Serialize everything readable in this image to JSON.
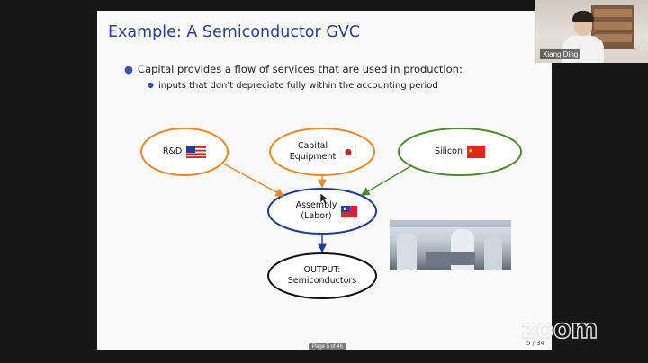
{
  "slide": {
    "title": "Example: A Semiconductor GVC",
    "bullet": "Capital provides a flow of services that are used in production:",
    "subbullet": "inputs that don't depreciate fully within the accounting period",
    "counter": "5 / 34",
    "page_indicator": "Page 5 of 46"
  },
  "diagram": {
    "nodes": {
      "rnd": {
        "label": "R&D",
        "flag": "us-flag-icon"
      },
      "capital": {
        "label_line1": "Capital",
        "label_line2": "Equipment",
        "flag": "japan-flag-icon"
      },
      "silicon": {
        "label": "Silicon",
        "flag": "china-flag-icon"
      },
      "assembly": {
        "label_line1": "Assembly",
        "label_line2": "(Labor)",
        "flag": "taiwan-flag-icon"
      },
      "output": {
        "label_line1": "OUTPUT:",
        "label_line2": "Semiconductors"
      }
    },
    "colors": {
      "rnd_edge": "#e8892a",
      "capital_edge": "#e8892a",
      "silicon_edge": "#4f8a32",
      "assembly_edge": "#1f3c8f",
      "output_edge": "#111111"
    },
    "photo": "semiconductor-factory-photo"
  },
  "webcam": {
    "name": "Xiang Ding"
  },
  "branding": {
    "logo": "zoom"
  }
}
